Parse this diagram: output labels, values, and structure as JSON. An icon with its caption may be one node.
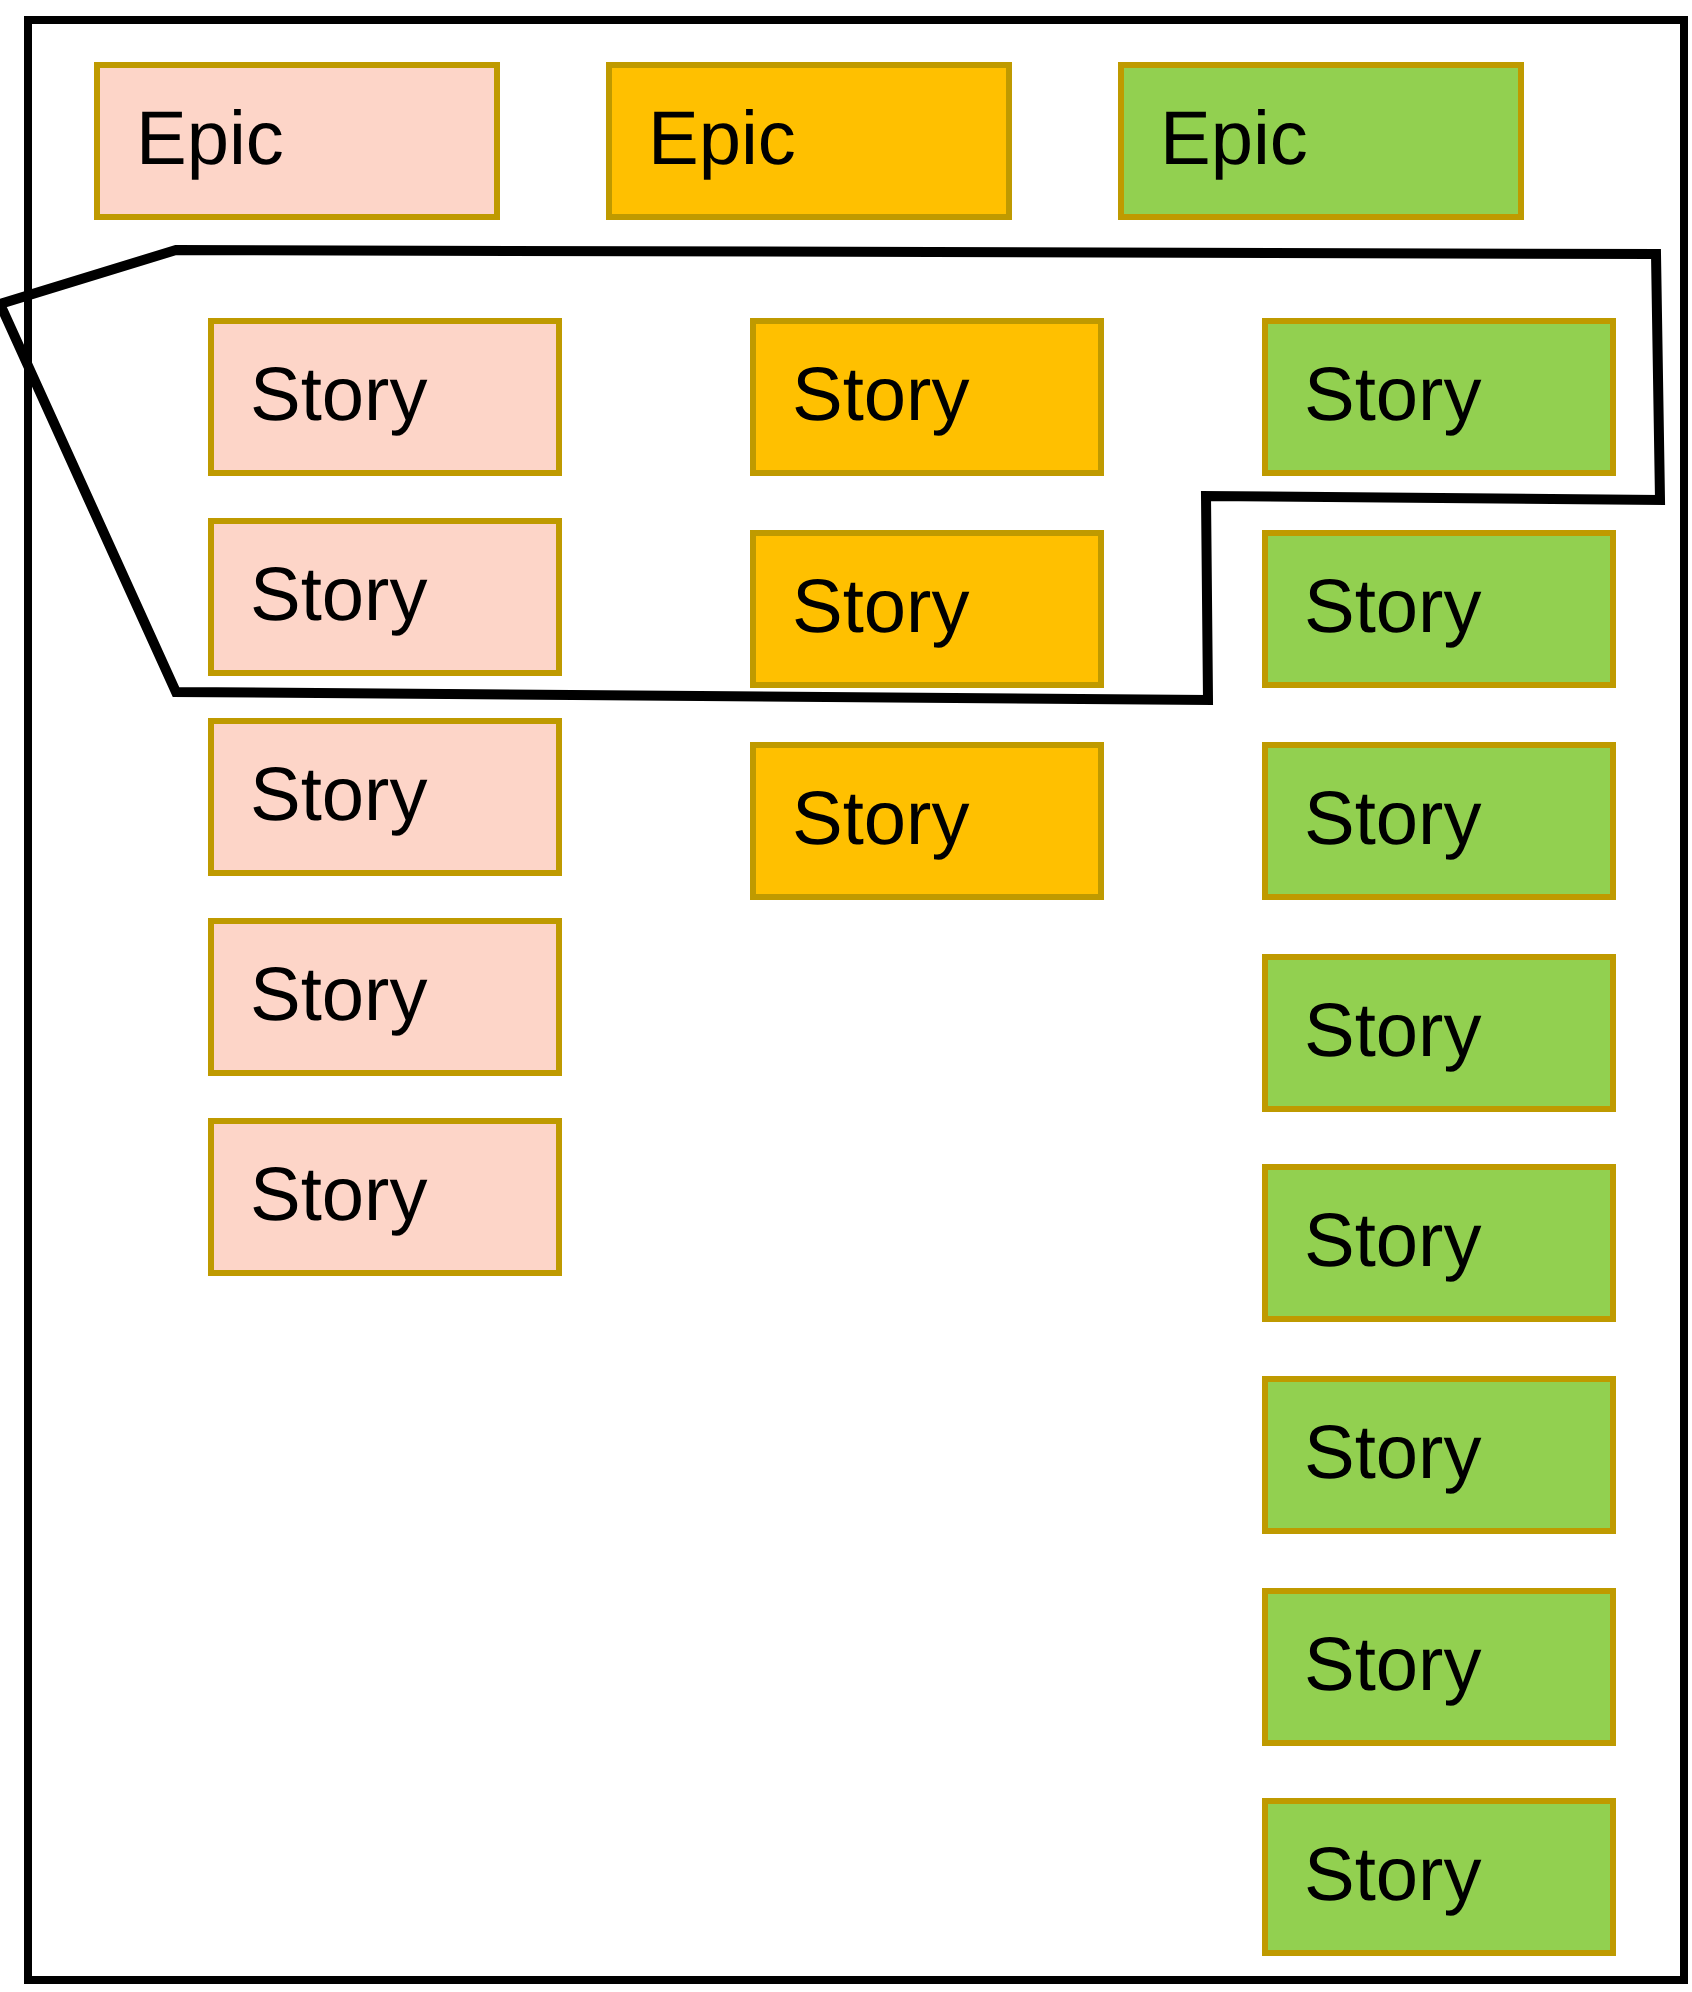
{
  "diagram": {
    "nodes": [
      {
        "text": [],
        "shape": "box"
      },
      {
        "text": [
          "Epic"
        ],
        "in": 0
      },
      {
        "text": [
          "Epic"
        ],
        "in": 0
      },
      {
        "text": [
          "Epic"
        ],
        "in": 0
      },
      {
        "text": [
          "Story"
        ],
        "in": 0
      },
      {
        "text": [
          "Story"
        ],
        "in": 0
      },
      {
        "text": [
          "Story"
        ],
        "in": 0
      },
      {
        "text": [
          "Story"
        ],
        "in": 0
      },
      {
        "text": [
          "Story"
        ],
        "in": 0
      },
      {
        "text": [
          "Story"
        ],
        "in": 0
      },
      {
        "text": [
          "Story"
        ],
        "in": 0
      },
      {
        "text": [
          "Story"
        ],
        "in": 0
      },
      {
        "text": [
          "Story"
        ],
        "in": 0
      },
      {
        "text": [
          "Story"
        ],
        "in": 0
      },
      {
        "text": [
          "Story"
        ],
        "in": 0
      },
      {
        "text": [
          "Story"
        ],
        "in": 0
      },
      {
        "text": [
          "Story"
        ],
        "in": 0
      },
      {
        "text": [
          "Story"
        ],
        "in": 0
      },
      {
        "text": [
          "Story"
        ],
        "in": 0
      },
      {
        "text": [
          "Story"
        ],
        "in": 0
      }
    ]
  }
}
